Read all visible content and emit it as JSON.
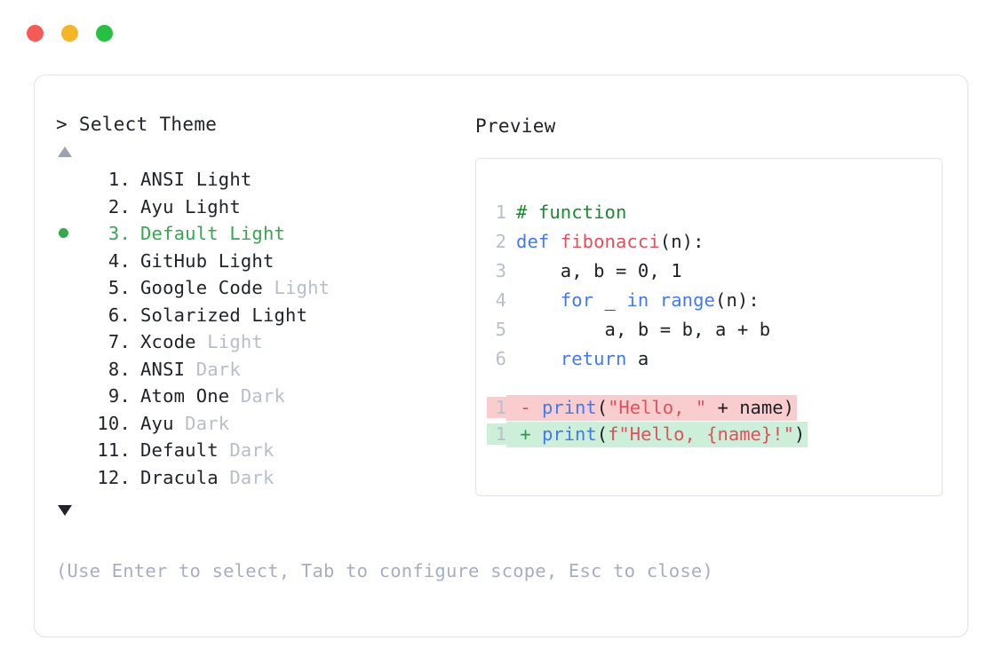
{
  "titlebar": {
    "dots": [
      {
        "name": "close-button",
        "color": "#f45b54"
      },
      {
        "name": "minimize-button",
        "color": "#f4b528"
      },
      {
        "name": "maximize-button",
        "color": "#27c03f"
      }
    ]
  },
  "prompt": {
    "text": "> Select Theme",
    "scroll_up_icon": "triangle-up-icon",
    "scroll_down_icon": "triangle-down-icon"
  },
  "theme_list": {
    "selected_index": 3,
    "items": [
      {
        "num": "1.",
        "main": "ANSI",
        "suffix": " Light",
        "suffix_muted": false,
        "selected": false,
        "bullet": false
      },
      {
        "num": "2.",
        "main": "Ayu",
        "suffix": " Light",
        "suffix_muted": false,
        "selected": false,
        "bullet": false
      },
      {
        "num": "3.",
        "main": "Default",
        "suffix": " Light",
        "suffix_muted": false,
        "selected": true,
        "bullet": true
      },
      {
        "num": "4.",
        "main": "GitHub",
        "suffix": " Light",
        "suffix_muted": false,
        "selected": false,
        "bullet": false
      },
      {
        "num": "5.",
        "main": "Google Code",
        "suffix": " Light",
        "suffix_muted": true,
        "selected": false,
        "bullet": false
      },
      {
        "num": "6.",
        "main": "Solarized",
        "suffix": " Light",
        "suffix_muted": false,
        "selected": false,
        "bullet": false
      },
      {
        "num": "7.",
        "main": "Xcode",
        "suffix": " Light",
        "suffix_muted": true,
        "selected": false,
        "bullet": false
      },
      {
        "num": "8.",
        "main": "ANSI",
        "suffix": " Dark",
        "suffix_muted": true,
        "selected": false,
        "bullet": false
      },
      {
        "num": "9.",
        "main": "Atom One",
        "suffix": " Dark",
        "suffix_muted": true,
        "selected": false,
        "bullet": false
      },
      {
        "num": "10.",
        "main": "Ayu",
        "suffix": " Dark",
        "suffix_muted": true,
        "selected": false,
        "bullet": false
      },
      {
        "num": "11.",
        "main": "Default",
        "suffix": " Dark",
        "suffix_muted": true,
        "selected": false,
        "bullet": false
      },
      {
        "num": "12.",
        "main": "Dracula",
        "suffix": " Dark",
        "suffix_muted": true,
        "selected": false,
        "bullet": false
      }
    ]
  },
  "footer": {
    "hint": "(Use Enter to select, Tab to configure scope, Esc to close)"
  },
  "preview": {
    "label": "Preview",
    "code_lines": [
      {
        "num": "1",
        "tokens": [
          {
            "t": "# function",
            "c": "comment"
          }
        ]
      },
      {
        "num": "2",
        "tokens": [
          {
            "t": "def ",
            "c": "kw"
          },
          {
            "t": "fibonacci",
            "c": "fn"
          },
          {
            "t": "(n):",
            "c": "plain"
          }
        ]
      },
      {
        "num": "3",
        "tokens": [
          {
            "t": "    a, b = ",
            "c": "plain"
          },
          {
            "t": "0",
            "c": "num"
          },
          {
            "t": ", ",
            "c": "plain"
          },
          {
            "t": "1",
            "c": "num"
          }
        ]
      },
      {
        "num": "4",
        "tokens": [
          {
            "t": "    ",
            "c": "plain"
          },
          {
            "t": "for",
            "c": "kw"
          },
          {
            "t": " _ ",
            "c": "plain"
          },
          {
            "t": "in",
            "c": "kw"
          },
          {
            "t": " ",
            "c": "plain"
          },
          {
            "t": "range",
            "c": "kw"
          },
          {
            "t": "(n):",
            "c": "plain"
          }
        ]
      },
      {
        "num": "5",
        "tokens": [
          {
            "t": "        a, b = b, a + b",
            "c": "plain"
          }
        ]
      },
      {
        "num": "6",
        "tokens": [
          {
            "t": "    ",
            "c": "plain"
          },
          {
            "t": "return",
            "c": "kw"
          },
          {
            "t": " a",
            "c": "plain"
          }
        ]
      }
    ],
    "diff_lines": [
      {
        "kind": "del",
        "num": "1",
        "marker": "-",
        "tokens": [
          {
            "t": "print",
            "c": "kw"
          },
          {
            "t": "(",
            "c": "plain"
          },
          {
            "t": "\"Hello, \"",
            "c": "str"
          },
          {
            "t": " + name)",
            "c": "plain"
          }
        ]
      },
      {
        "kind": "add",
        "num": "1",
        "marker": "+",
        "tokens": [
          {
            "t": "print",
            "c": "kw"
          },
          {
            "t": "(",
            "c": "plain"
          },
          {
            "t": "f\"Hello, {name}!\"",
            "c": "str"
          },
          {
            "t": ")",
            "c": "plain"
          }
        ]
      }
    ]
  },
  "colors": {
    "accent_green": "#37a64f",
    "muted": "#b6bdcc",
    "hint": "#a7aec4",
    "diff_del_bg": "#f9cdcd",
    "diff_add_bg": "#cdeed8",
    "keyword": "#4279f0",
    "string": "#e0515e",
    "comment": "#1a8a2e"
  }
}
